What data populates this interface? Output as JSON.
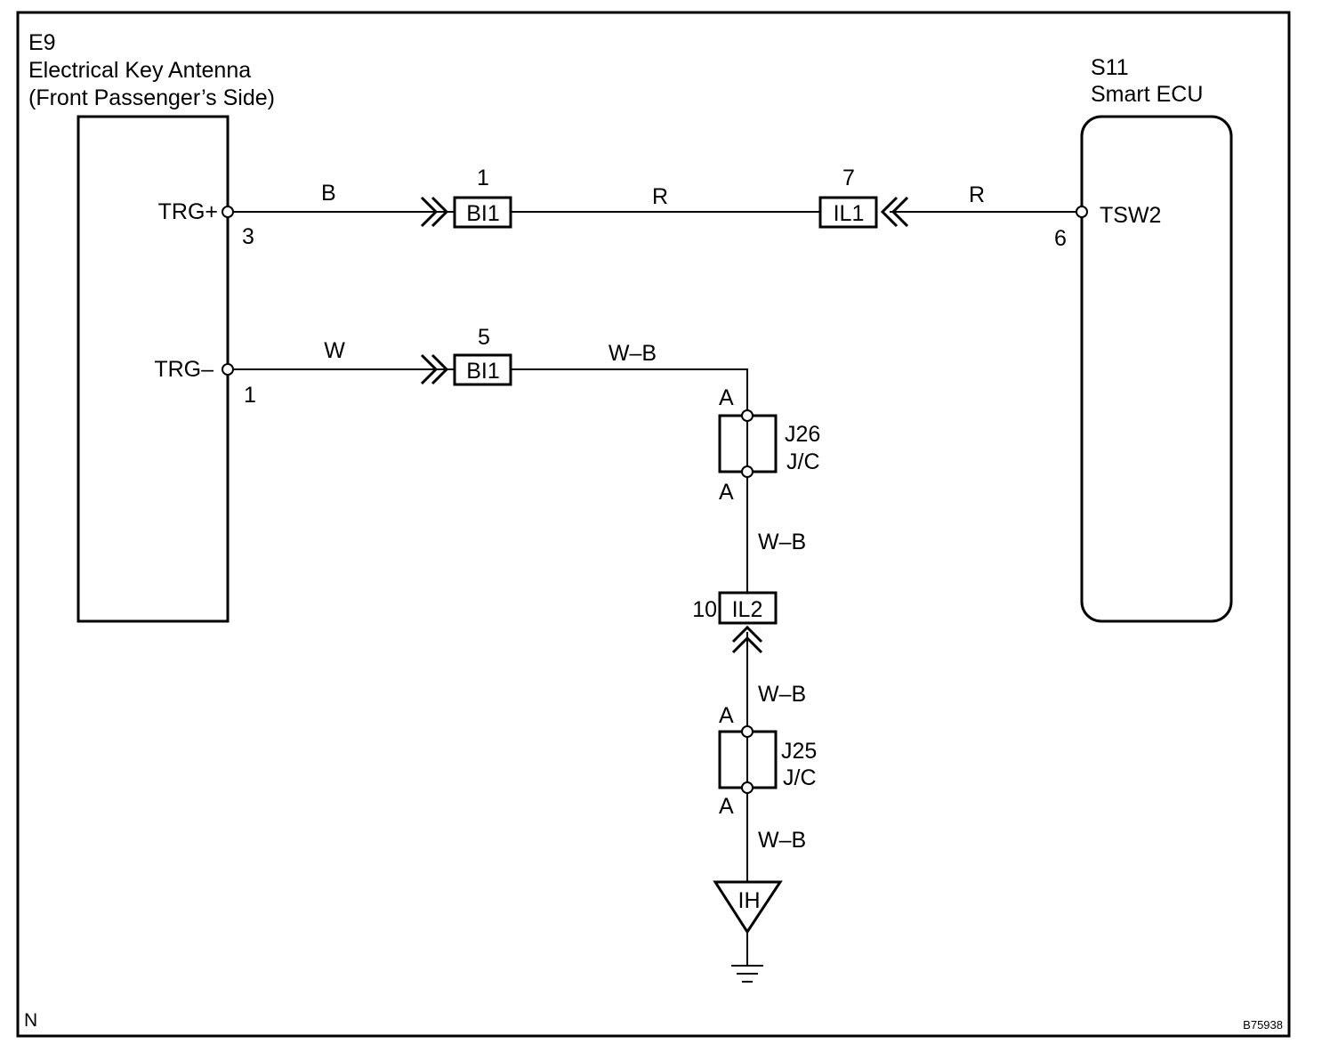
{
  "components": {
    "antenna": {
      "code": "E9",
      "name": "Electrical Key Antenna",
      "location": "(Front Passenger’s Side)",
      "pins": [
        {
          "name": "TRG+",
          "number": "3"
        },
        {
          "name": "TRG–",
          "number": "1"
        }
      ]
    },
    "ecu": {
      "code": "S11",
      "name": "Smart ECU",
      "pin": {
        "name": "TSW2",
        "number": "6"
      }
    }
  },
  "connectors": {
    "bi1_upper": {
      "label": "BI1",
      "pin": "1"
    },
    "il1": {
      "label": "IL1",
      "pin": "7"
    },
    "bi1_lower": {
      "label": "BI1",
      "pin": "5"
    },
    "il2": {
      "label": "IL2",
      "pin": "10"
    }
  },
  "wires": {
    "trg_plus": "B",
    "bi1_to_il1": "R",
    "ecu_to_il1": "R",
    "trg_minus": "W",
    "bi1_to_j26": "W–B",
    "j26_to_il2": "W–B",
    "il2_to_j25": "W–B",
    "j25_to_ground": "W–B"
  },
  "junctions": {
    "j26": {
      "code": "J26",
      "type": "J/C",
      "top_terminal": "A",
      "bottom_terminal": "A"
    },
    "j25": {
      "code": "J25",
      "type": "J/C",
      "top_terminal": "A",
      "bottom_terminal": "A"
    }
  },
  "ground": {
    "label": "IH"
  },
  "footer": {
    "orientation": "N",
    "figure_id": "B75938"
  }
}
